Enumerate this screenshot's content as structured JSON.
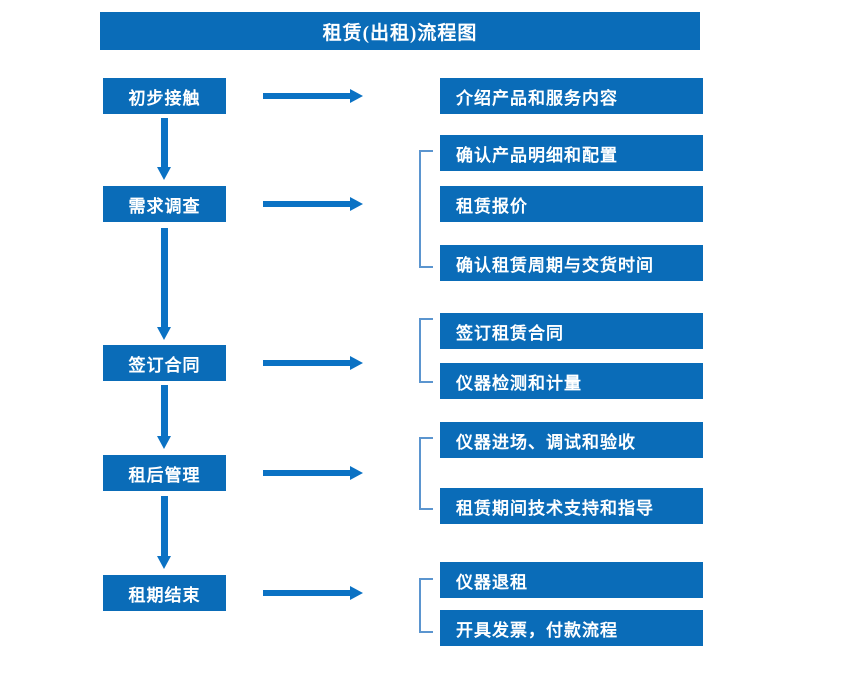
{
  "title": "租赁(出租)流程图",
  "colors": {
    "box_blue": "#0A6CB8",
    "arrow_blue": "#0B72C4",
    "bracket_blue": "#5B95CF",
    "text_white": "#FFFFFF",
    "background": "#FFFFFF"
  },
  "stages": [
    {
      "label": "初步接触"
    },
    {
      "label": "需求调查"
    },
    {
      "label": "签订合同"
    },
    {
      "label": "租后管理"
    },
    {
      "label": "租期结束"
    }
  ],
  "details": [
    {
      "label": "介绍产品和服务内容"
    },
    {
      "label": "确认产品明细和配置"
    },
    {
      "label": "租赁报价"
    },
    {
      "label": "确认租赁周期与交货时间"
    },
    {
      "label": "签订租赁合同"
    },
    {
      "label": "仪器检测和计量"
    },
    {
      "label": "仪器进场、调试和验收"
    },
    {
      "label": "租赁期间技术支持和指导"
    },
    {
      "label": "仪器退租"
    },
    {
      "label": "开具发票，付款流程"
    }
  ],
  "groups": [
    {
      "name": "needs-survey-group",
      "members": [
        "确认产品明细和配置",
        "租赁报价",
        "确认租赁周期与交货时间"
      ]
    },
    {
      "name": "contract-group",
      "members": [
        "签订租赁合同",
        "仪器检测和计量"
      ]
    },
    {
      "name": "post-rental-group",
      "members": [
        "仪器进场、调试和验收",
        "租赁期间技术支持和指导"
      ]
    },
    {
      "name": "lease-end-group",
      "members": [
        "仪器退租",
        "开具发票，付款流程"
      ]
    }
  ],
  "flow_sequence": [
    "初步接触",
    "需求调查",
    "签订合同",
    "租后管理",
    "租期结束"
  ]
}
